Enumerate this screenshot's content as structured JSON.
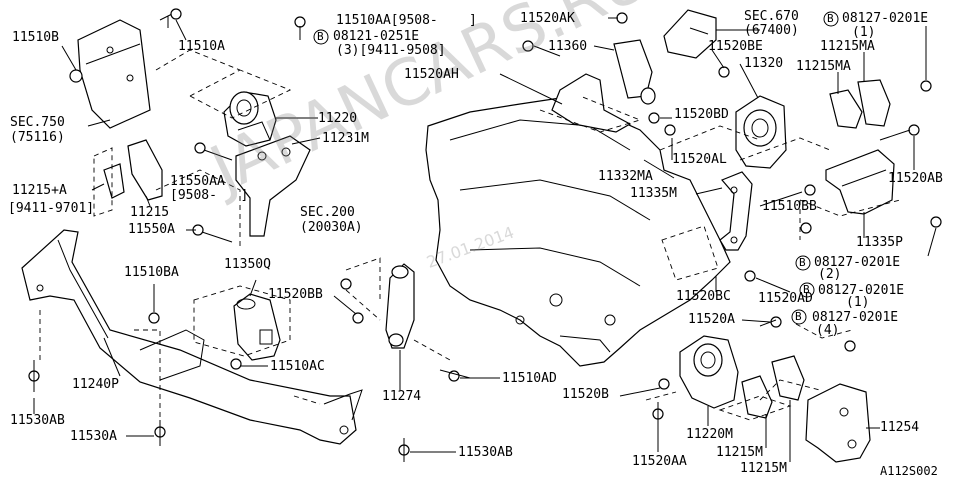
{
  "watermark": {
    "site": "JAPANCARS.RU",
    "date": "27.01.2014"
  },
  "figure_code": "A112S002",
  "labels": {
    "l11510B": "11510B",
    "l11510A": "11510A",
    "l11510AA": "11510AA[9508-    ]",
    "l08121": "08121-0251E",
    "l08121q": "(3)[9411-9508]",
    "lSEC750": "SEC.750",
    "lSEC750b": "(75116)",
    "l11220": "11220",
    "l11231M": "11231M",
    "l11215A": "11215+A",
    "l11215Ad": "[9411-9701]",
    "l11550AA": "11550AA",
    "l11550AAd": "[9508-   ]",
    "l11215": "11215",
    "l11550A": "11550A",
    "lSEC200": "SEC.200",
    "lSEC200b": "(20030A)",
    "l11350Q": "11350Q",
    "l11510BA": "11510BA",
    "l11520BB": "11520BB",
    "l11510AC": "11510AC",
    "l11240P": "11240P",
    "l11274": "11274",
    "l11510AD": "11510AD",
    "l11530AB": "11530AB",
    "l11530A": "11530A",
    "l11530AB2": "11530AB",
    "l11520AK": "11520AK",
    "l11360": "11360",
    "l11520AH": "11520AH",
    "lSEC670": "SEC.670",
    "lSEC670b": "(67400)",
    "l11520BE": "11520BE",
    "l11320": "11320",
    "l11520BD": "11520BD",
    "l11520AL": "11520AL",
    "l11332MA": "11332MA",
    "l11335M": "11335M",
    "l08127a": "08127-0201E",
    "l08127aq": "(1)",
    "l11215MA1": "11215MA",
    "l11215MA2": "11215MA",
    "l11520AB": "11520AB",
    "l11510BB": "11510BB",
    "l11335P": "11335P",
    "l08127b": "08127-0201E",
    "l08127bq": "(2)",
    "l11520BC": "11520BC",
    "l11520AD": "11520AD",
    "l08127c": "08127-0201E",
    "l08127cq": "(1)",
    "l11520A": "11520A",
    "l08127d": "08127-0201E",
    "l08127dq": "(4)",
    "l11520B": "11520B",
    "l11220M": "11220M",
    "l11215M1": "11215M",
    "l11215M2": "11215M",
    "l11254": "11254",
    "l11520AA": "11520AA"
  },
  "circle_marker": "B"
}
